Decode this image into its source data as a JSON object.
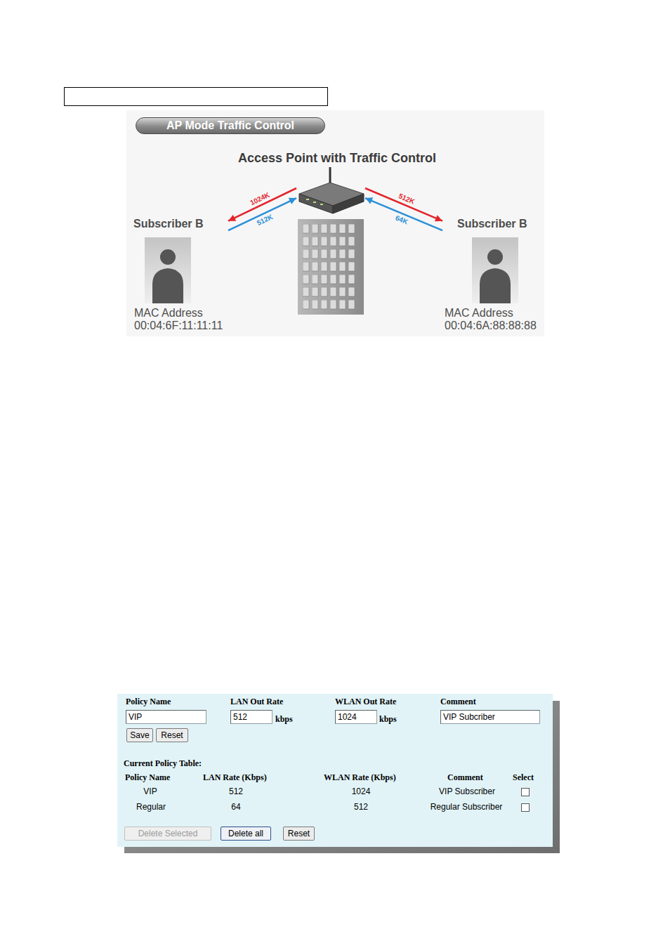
{
  "diagram": {
    "nodes": [
      {
        "text": [
          "AP Mode Traffic Control"
        ]
      },
      {
        "text": [
          "Access Point with Traffic Control"
        ]
      },
      {
        "text": [
          "Subscriber B",
          "MAC Address",
          "00:04:6F:11:11:11"
        ]
      },
      {
        "text": [
          "Subscriber B",
          "MAC Address",
          "00:04:6A:88:88:88"
        ]
      },
      {
        "text": [
          "VIP"
        ]
      },
      {
        "text": [
          "512"
        ]
      },
      {
        "text": [
          "1024"
        ]
      },
      {
        "text": [
          "VIP Subcriber"
        ]
      },
      {
        "text": [
          "Save"
        ]
      },
      {
        "text": [
          "Reset"
        ]
      },
      {
        "text": [
          "Delete Selected"
        ]
      },
      {
        "text": [
          "Delete all"
        ]
      },
      {
        "text": [
          "Reset"
        ]
      }
    ],
    "edges": [
      {
        "from": 1,
        "to": 2,
        "arrow": "to",
        "label": "1024K"
      },
      {
        "from": 2,
        "to": 1,
        "arrow": "to",
        "label": "512K"
      },
      {
        "from": 1,
        "to": 3,
        "arrow": "to",
        "label": "512K"
      },
      {
        "from": 3,
        "to": 1,
        "arrow": "to",
        "label": "64K"
      }
    ],
    "labels": [
      "Policy Name",
      "LAN Out Rate",
      "WLAN Out Rate",
      "Comment",
      "kbps",
      "kbps",
      "Current Policy Table:",
      "Policy Name",
      "LAN Rate (Kbps)",
      "WLAN Rate (Kbps)",
      "Comment",
      "Select",
      "VIP",
      "512",
      "1024",
      "VIP Subscriber",
      "Regular",
      "64",
      "512",
      "Regular Subscriber"
    ]
  }
}
